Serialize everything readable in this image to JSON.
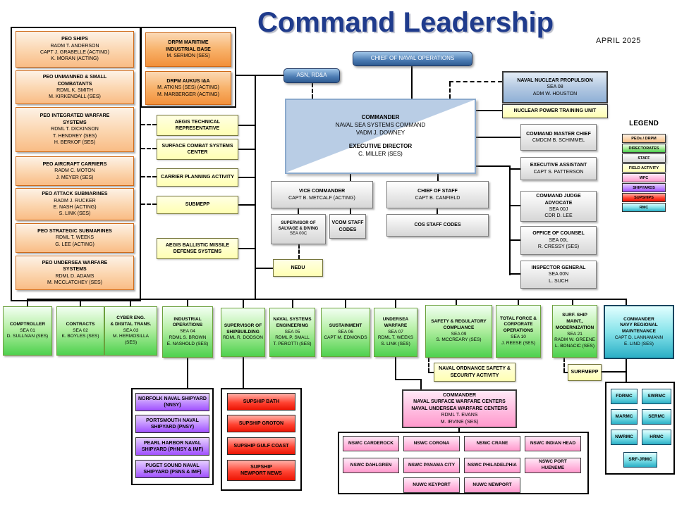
{
  "title": "Command Leadership",
  "date": "APRIL 2025",
  "top": {
    "cno": "CHIEF OF NAVAL OPERATIONS",
    "asn": "ASN, RD&A"
  },
  "commander": {
    "title": "COMMANDER",
    "org": "NAVAL SEA SYSTEMS COMMAND",
    "name": "VADM J. DOWNEY",
    "exec_title": "EXECUTIVE DIRECTOR",
    "exec_name": "C. MILLER (SES)"
  },
  "nnp": {
    "title": "NAVAL NUCLEAR PROPULSION",
    "sub": "SEA 08\nADM W. HOUSTON"
  },
  "peos": [
    {
      "title": "PEO SHIPS",
      "sub": "RADM T. ANDERSON\nCAPT J. GRABELLE (ACTING)\nK. MORAN (ACTING)"
    },
    {
      "title": "PEO UNMANNED & SMALL\nCOMBATANTS",
      "sub": "RDML K. SMITH\nM. KIRKENDALL (SES)"
    },
    {
      "title": "PEO INTEGRATED WARFARE\nSYSTEMS",
      "sub": "RDML T. DICKINSON\nT. HENDREY (SES)\nH. BERKOF (SES)"
    },
    {
      "title": "PEO AIRCRAFT CARRIERS",
      "sub": "RADM C. MOTON\nJ. MEYER (SES)"
    },
    {
      "title": "PEO ATTACK SUBMARINES",
      "sub": "RADM J. RUCKER\nE. NASH (ACTING)\nS. LINK (SES)"
    },
    {
      "title": "PEO STRATEGIC SUBMARINES",
      "sub": "RDML T. WEEKS\nG. LEE (ACTING)"
    },
    {
      "title": "PEO UNDERSEA WARFARE\nSYSTEMS",
      "sub": "RDML D. ADAMS\nM. MCCLATCHEY (SES)"
    }
  ],
  "drpms": [
    {
      "title": "DRPM MARITIME\nINDUSTRIAL BASE",
      "sub": "M. SERMON (SES)"
    },
    {
      "title": "DRPM AUKUS I&A",
      "sub": "M. ATKINS (SES) (ACTING)\nM. MARBERGER (ACTING)"
    }
  ],
  "field_activities": {
    "aegis_tech_rep": "AEGIS TECHNICAL\nREPRESENTATIVE",
    "surface_combat": "SURFACE COMBAT SYSTEMS\nCENTER",
    "carrier_planning": "CARRIER PLANNING ACTIVITY",
    "submepp": "SUBMEPP",
    "aegis_bmd": "AEGIS BALLISTIC MISSILE\nDEFENSE SYSTEMS",
    "nedu": "NEDU",
    "nptu": "NUCLEAR POWER TRAINING UNIT",
    "nossa": "NAVAL ORDNANCE SAFETY &\nSECURITY ACTIVITY",
    "surfmepp": "SURFMEPP"
  },
  "staff": {
    "vice_commander": {
      "title": "VICE COMMANDER",
      "sub": "CAPT B. METCALF (ACTING)"
    },
    "chief_of_staff": {
      "title": "CHIEF OF STAFF",
      "sub": "CAPT B. CANFIELD"
    },
    "supsalv": {
      "title": "SUPERVISOR OF\nSALVAGE & DIVING",
      "sub": "SEA 00C"
    },
    "vcom_codes": "VCOM STAFF\nCODES",
    "cos_codes": "COS STAFF CODES",
    "cmc": {
      "title": "COMMAND MASTER CHIEF",
      "sub": "CMDCM B. SCHIMMEL"
    },
    "exec_assistant": {
      "title": "EXECUTIVE ASSISTANT",
      "sub": "CAPT S. PATTERSON"
    },
    "judge_advocate": {
      "title": "COMMAND JUDGE ADVOCATE",
      "sub": "SEA 00J\nCDR D. LEE"
    },
    "counsel": {
      "title": "OFFICE OF COUNSEL",
      "sub": "SEA 00L\nR. CRESSY (SES)"
    },
    "inspector_general": {
      "title": "INSPECTOR GENERAL",
      "sub": "SEA 00N\nL. SUCH"
    }
  },
  "legend": {
    "title": "LEGEND",
    "items": [
      {
        "label": "PEOs / DRPM"
      },
      {
        "label": "DIRECTORATES"
      },
      {
        "label": "STAFF"
      },
      {
        "label": "FIELD ACTIVITY"
      },
      {
        "label": "WFC"
      },
      {
        "label": "SHIPYARDS"
      },
      {
        "label": "SUPSHIPS"
      },
      {
        "label": "RMC"
      }
    ]
  },
  "directorates": [
    {
      "title": "COMPTROLLER",
      "sub": "SEA 01\nD. SULLIVAN (SES)"
    },
    {
      "title": "CONTRACTS",
      "sub": "SEA 02\nK. BOYLES (SES)"
    },
    {
      "title": "CYBER ENG.\n& DIGITAL TRANS.",
      "sub": "SEA 03\nM. HERMOSILLA (SES)"
    },
    {
      "title": "INDUSTRIAL\nOPERATIONS",
      "sub": "SEA 04\nRDML S. BROWN\nE. NASHOLD (SES)"
    },
    {
      "title": "SUPERVISOR OF\nSHIPBUILDING",
      "sub": "RDML R. DODSON"
    },
    {
      "title": "NAVAL SYSTEMS\nENGINEERING",
      "sub": "SEA 05\nRDML P. SMALL\nT. PEROTTI (SES)"
    },
    {
      "title": "SUSTAINMENT",
      "sub": "SEA 06\nCAPT M. EDMONDS"
    },
    {
      "title": "UNDERSEA\nWARFARE",
      "sub": "SEA 07\nRDML T. WEEKS\nS. LINK (SES)"
    },
    {
      "title": "SAFETY & REGULATORY\nCOMPLIANCE",
      "sub": "SEA 09\nS. MCCREARY (SES)"
    },
    {
      "title": "TOTAL FORCE &\nCORPORATE\nOPERATIONS",
      "sub": "SEA 10\nJ. REESE (SES)"
    },
    {
      "title": "SURF. SHIP MAINT.,\nMODERNIZATION",
      "sub": "SEA 21\nRADM W. GREENE\nL. BONACIC (SES)"
    }
  ],
  "cnrmc": {
    "title": "COMMANDER\nNAVY REGIONAL\nMAINTENANCE",
    "sub": "CAPT D. LANNAMANN\nE. LIND (SES)"
  },
  "wfc": {
    "title": "COMMANDER\nNAVAL SURFACE WARFARE CENTERS\nNAVAL UNDERSEA WARFARE CENTERS",
    "sub": "RDML T. EVANS\nM. IRVINE (SES)"
  },
  "shipyards": [
    "NORFOLK NAVAL SHIPYARD\n(NNSY)",
    "PORTSMOUTH NAVAL\nSHIPYARD (PNSY)",
    "PEARL HARBOR NAVAL\nSHIPYARD (PHNSY & IMF)",
    "PUGET SOUND NAVAL\nSHIPYARD (PSNS & IMF)"
  ],
  "supships": [
    "SUPSHIP BATH",
    "SUPSHIP GROTON",
    "SUPSHIP GULF COAST",
    "SUPSHIP\nNEWPORT NEWS"
  ],
  "warfare_centers": [
    "NSWC CARDEROCK",
    "NSWC CORONA",
    "NSWC CRANE",
    "NSWC INDIAN HEAD",
    "NSWC DAHLGREN",
    "NSWC PANAMA CITY",
    "NSWC PHILADELPHIA",
    "NSWC PORT HUENEME",
    "NUWC KEYPORT",
    "NUWC NEWPORT"
  ],
  "rmcs": [
    "FDRMC",
    "SWRMC",
    "MARMC",
    "SERMC",
    "NWRMC",
    "HRMC",
    "SRF-JRMC"
  ],
  "colors": {
    "title_navy": "#1F3B8C",
    "peo_orange": "#FBD5AE",
    "drpm_orange": "#F2903A",
    "directorate_green": "#4ED14E",
    "staff_gray": "#D6D6D6",
    "field_yellow": "#FFFFB3",
    "wfc_pink": "#FF99CC",
    "shipyard_purple": "#A050FF",
    "supship_red": "#EC1403",
    "rmc_cyan": "#2AAFC6",
    "commander_blue": "#B9CDE5",
    "cno_blue": "#4A7AB2"
  }
}
